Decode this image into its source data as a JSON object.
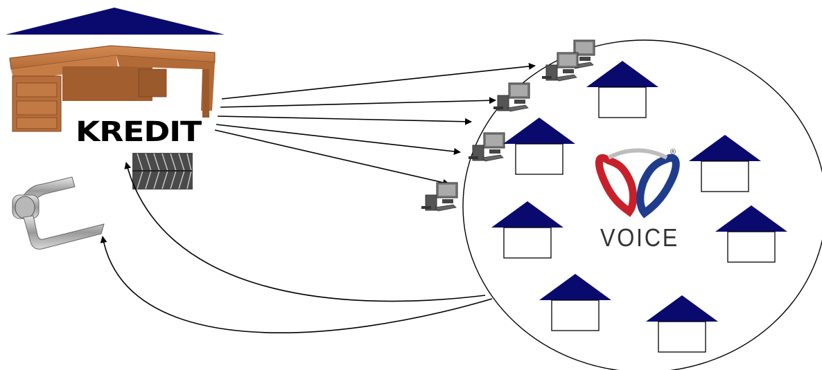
{
  "labels": {
    "kredit": "KREDIT",
    "voice": "VOICE",
    "registered": "®"
  },
  "colors": {
    "roof": "#0a0a6e",
    "wood": "#b8703c",
    "wood_dark": "#8a4e26",
    "logo_red": "#c8202a",
    "logo_blue": "#1f3c8c",
    "line": "#000000"
  },
  "icons": {
    "main_house": "house-roof-icon",
    "desk": "office-desk-image",
    "tire": "tire-image",
    "handle": "door-handle-image",
    "computer": "computer-icon",
    "house": "house-icon",
    "logo": "voice-logo"
  }
}
